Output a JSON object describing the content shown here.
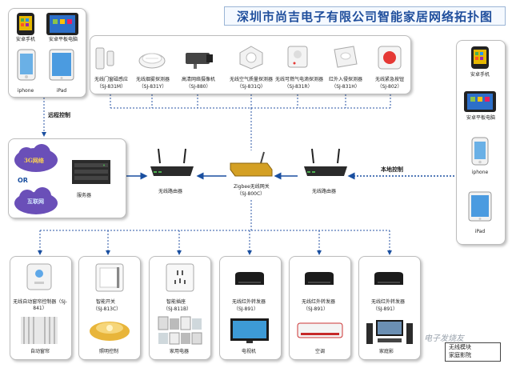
{
  "title": "深圳市尚吉电子有限公司智能家居网络拓扑图",
  "left_panel": {
    "devices": [
      {
        "label": "安卓手机",
        "icon": "android-phone-icon"
      },
      {
        "label": "安卓平板电脑",
        "icon": "android-tablet-icon"
      },
      {
        "label": "iphone",
        "icon": "iphone-icon"
      },
      {
        "label": "iPad",
        "icon": "ipad-icon"
      }
    ]
  },
  "remote_label": "远程控制",
  "local_label": "本地控制",
  "cloud_panel": {
    "network_3g": "3G网络",
    "or": "OR",
    "internet": "互联网",
    "server": "服务器"
  },
  "sensors": [
    {
      "name": "无线门窗磁感应",
      "model": "（SJ-831M）",
      "icon": "door-sensor-icon"
    },
    {
      "name": "无线烟雾探测器",
      "model": "（SJ-831Y）",
      "icon": "smoke-detector-icon"
    },
    {
      "name": "高清网络摄像机",
      "model": "（SJ-880）",
      "icon": "camera-icon"
    },
    {
      "name": "无线空气质量探测器",
      "model": "（SJ-831Q）",
      "icon": "air-quality-icon"
    },
    {
      "name": "无线可燃气电滴探测器",
      "model": "（SJ-831R）",
      "icon": "gas-detector-icon"
    },
    {
      "name": "红外入侵探测器",
      "model": "（SJ-831H）",
      "icon": "pir-detector-icon"
    },
    {
      "name": "无线紧急按钮",
      "model": "（SJ-802）",
      "icon": "emergency-button-icon"
    }
  ],
  "router_left": "无线路由器",
  "router_right": "无线路由器",
  "gateway": {
    "name": "Zigbee无线网关",
    "model": "（SJ-800C）"
  },
  "right_panel": {
    "devices": [
      {
        "label": "安卓手机",
        "icon": "android-phone-icon"
      },
      {
        "label": "安卓平板电脑",
        "icon": "android-tablet-icon"
      },
      {
        "label": "iphone",
        "icon": "iphone-icon"
      },
      {
        "label": "iPad",
        "icon": "ipad-icon"
      }
    ]
  },
  "bottom": [
    {
      "device": "无线自动窗帘控制器（SJ-841）",
      "target": "自动窗帘",
      "device_icon": "curtain-controller-icon",
      "target_icon": "curtain-icon"
    },
    {
      "device": "智能开关",
      "model": "（SJ-813C）",
      "target": "照明控制",
      "device_icon": "smart-switch-icon",
      "target_icon": "chandelier-icon"
    },
    {
      "device": "智能插座",
      "model": "（SJ-811B）",
      "target": "家用电器",
      "device_icon": "smart-socket-icon",
      "target_icon": "appliances-icon"
    },
    {
      "device": "无线红外转发器",
      "model": "（SJ-891）",
      "target": "电视机",
      "device_icon": "ir-transmitter-icon",
      "target_icon": "tv-icon"
    },
    {
      "device": "无线红外转发器",
      "model": "（SJ-891）",
      "target": "空调",
      "device_icon": "ir-transmitter-icon",
      "target_icon": "air-conditioner-icon"
    },
    {
      "device": "无线红外转发器",
      "model": "（SJ-891）",
      "target": "家庭影",
      "device_icon": "ir-transmitter-icon",
      "target_icon": "home-theater-icon"
    }
  ],
  "watermark": "电子发烧友",
  "stamp": [
    "无线模块",
    "家庭影院"
  ],
  "colors": {
    "title": "#1f4e9c",
    "wire": "#1a4fa0",
    "cloud": "#6a4fb8",
    "dotted": "#2a55a6"
  }
}
